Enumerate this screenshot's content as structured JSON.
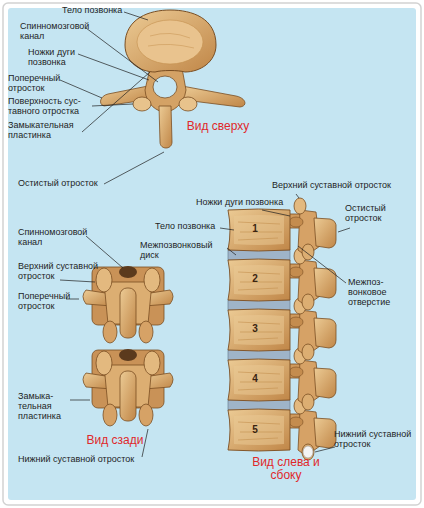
{
  "diagram": {
    "labels": [
      "Тело позвонка",
      "Спинномозговой канал",
      "Ножки дуги позвонка",
      "Поперечный отросток",
      "Поверхность сус- тавного отростка",
      "Замыкательная пластинка",
      "Вид сверху",
      "Остистый отросток",
      "Верхний суставной отросток",
      "Ножки дуги позвонка",
      "Остистый отросток",
      "Тело позвонка",
      "Спинномозговой канал",
      "Межпозвонковый диск",
      "Верхний суставной отросток",
      "Межпоз- вонковое отверстие",
      "Поперечный отросток",
      "Замыка- тельная пластинка",
      "Вид сзади",
      "Нижний суставной отросток",
      "Вид слева и сбоку",
      "Нижний суставной отросток",
      "1",
      "2",
      "3",
      "4",
      "5"
    ]
  }
}
